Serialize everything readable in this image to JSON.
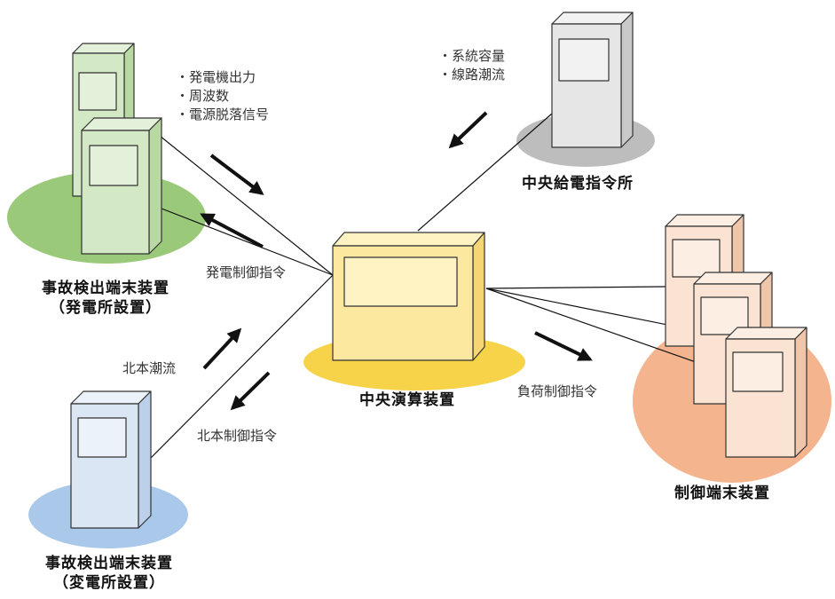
{
  "colors": {
    "gen_ellipse": "#9bc97a",
    "gen_cabinet": "#d3e8c4",
    "central_ellipse": "#f7d34a",
    "central_cabinet": "#fde8a0",
    "dispatch_ellipse": "#bdbdbd",
    "dispatch_cabinet": "#e6e6e6",
    "control_ellipse": "#f3b48e",
    "control_cabinet": "#fbe3d3",
    "sub_ellipse": "#a9c8ea",
    "sub_cabinet": "#dae6f4"
  },
  "labels": {
    "gen_signals": [
      "・発電機出力",
      "・周波数",
      "・電源脱落信号"
    ],
    "gen_control": "発電制御指令",
    "gen_station_line1": "事故検出端末装置",
    "gen_station_line2": "（発電所設置）",
    "dispatch_signals": [
      "・系統容量",
      "・線路潮流"
    ],
    "dispatch_name": "中央給電指令所",
    "central_name": "中央演算装置",
    "north_flow": "北本潮流",
    "north_control": "北本制御指令",
    "sub_station_line1": "事故検出端末装置",
    "sub_station_line2": "（変電所設置）",
    "load_control": "負荷制御指令",
    "control_terminal": "制御端末装置"
  }
}
